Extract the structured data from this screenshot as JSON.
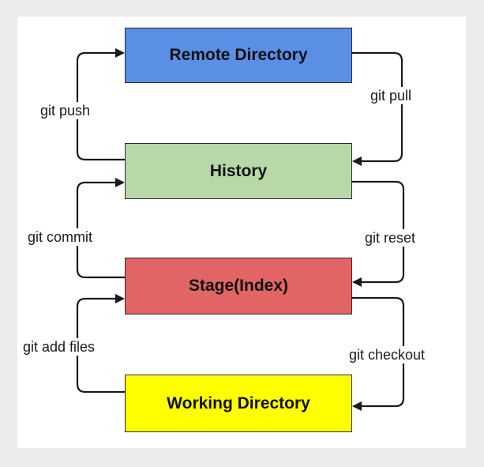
{
  "boxes": {
    "remote": {
      "label": "Remote Directory",
      "color": "#5b8fe6"
    },
    "history": {
      "label": "History",
      "color": "#b8d8a7"
    },
    "stage": {
      "label": "Stage(Index)",
      "color": "#e16565"
    },
    "working": {
      "label": "Working Directory",
      "color": "#ffff00"
    }
  },
  "arrows": {
    "push": "git push",
    "pull": "git pull",
    "commit": "git commit",
    "reset": "git reset",
    "add": "git add files",
    "checkout": "git checkout"
  }
}
